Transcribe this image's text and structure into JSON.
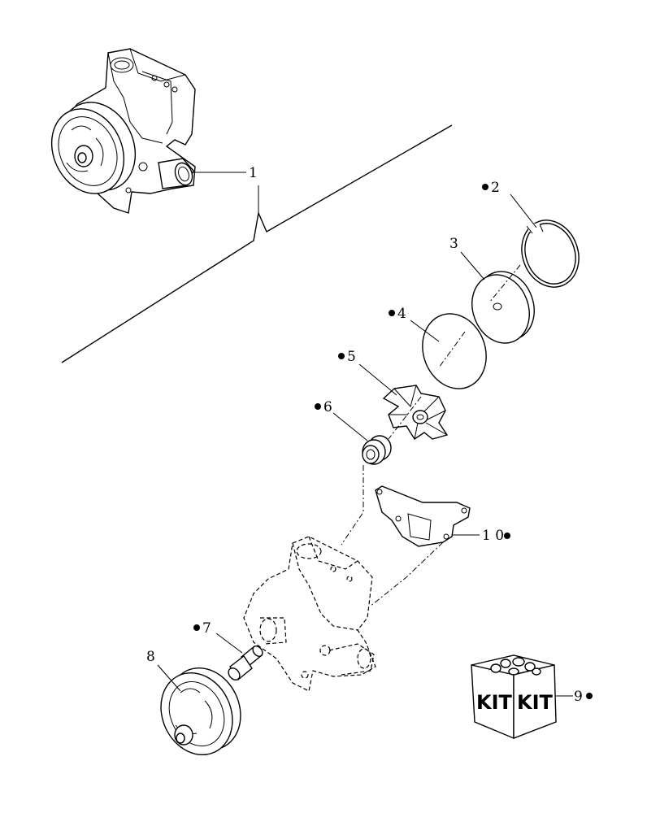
{
  "callouts": {
    "c1": "1",
    "c2": "2",
    "c3": "3",
    "c4": "4",
    "c5": "5",
    "c6": "6",
    "c7": "7",
    "c8": "8",
    "c9": "9",
    "c10": "1 0"
  },
  "kit_box": {
    "left_text": "KIT",
    "right_text": "KIT"
  }
}
